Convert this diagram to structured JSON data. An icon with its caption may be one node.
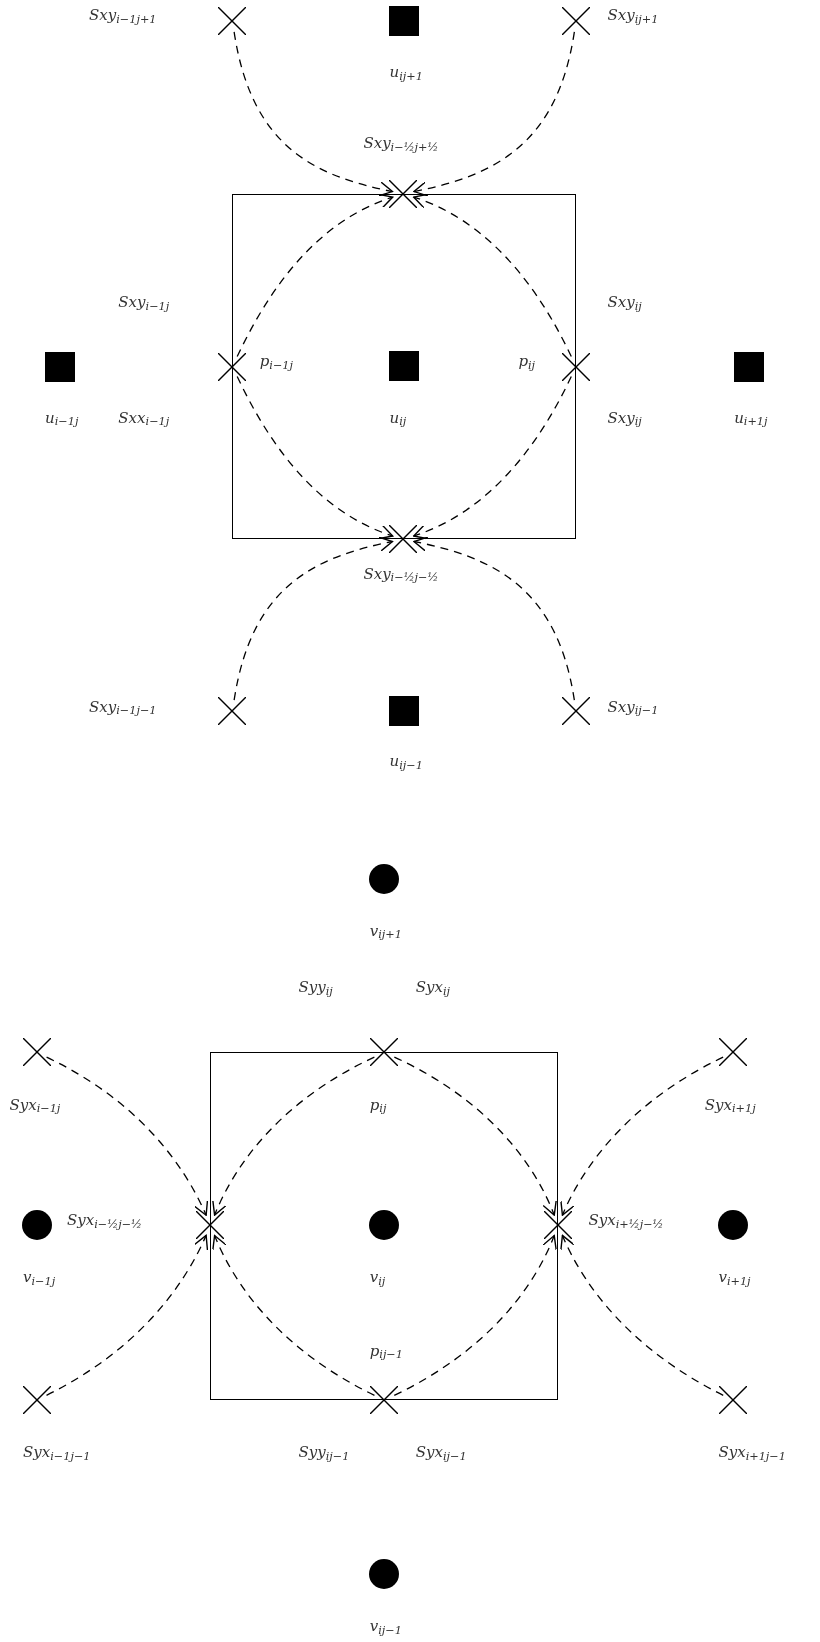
{
  "diagram": {
    "nodes": [
      {
        "text": [],
        "shape": "cross"
      },
      {
        "text": [],
        "shape": "square"
      },
      {
        "text": [],
        "shape": "cross"
      },
      {
        "text": [],
        "shape": "box"
      },
      {
        "text": [],
        "shape": "cross"
      },
      {
        "text": [],
        "shape": "square"
      },
      {
        "text": [],
        "shape": "cross"
      },
      {
        "text": [],
        "shape": "square",
        "in": 3
      },
      {
        "text": [],
        "shape": "cross"
      },
      {
        "text": [],
        "shape": "square"
      },
      {
        "text": [],
        "shape": "cross"
      },
      {
        "text": [],
        "shape": "cross"
      },
      {
        "text": [],
        "shape": "square"
      },
      {
        "text": [],
        "shape": "cross"
      },
      {
        "text": [],
        "shape": "circle"
      },
      {
        "text": [],
        "shape": "box"
      },
      {
        "text": [],
        "shape": "cross"
      },
      {
        "text": [],
        "shape": "cross"
      },
      {
        "text": [],
        "shape": "cross"
      },
      {
        "text": [],
        "shape": "circle"
      },
      {
        "text": [],
        "shape": "cross"
      },
      {
        "text": [],
        "shape": "circle",
        "in": 15
      },
      {
        "text": [],
        "shape": "cross"
      },
      {
        "text": [],
        "shape": "circle"
      },
      {
        "text": [],
        "shape": "cross"
      },
      {
        "text": [],
        "shape": "cross"
      },
      {
        "text": [],
        "shape": "cross"
      },
      {
        "text": [],
        "shape": "circle"
      }
    ],
    "edges": [
      {
        "from": 0,
        "to": 4,
        "arrow": "to",
        "style": "dashed"
      },
      {
        "from": 2,
        "to": 4,
        "arrow": "to",
        "style": "dashed"
      },
      {
        "from": 6,
        "to": 4,
        "arrow": "to",
        "style": "dashed"
      },
      {
        "from": 8,
        "to": 4,
        "arrow": "to",
        "style": "dashed"
      },
      {
        "from": 6,
        "to": 10,
        "arrow": "to",
        "style": "dashed"
      },
      {
        "from": 8,
        "to": 10,
        "arrow": "to",
        "style": "dashed"
      },
      {
        "from": 11,
        "to": 10,
        "arrow": "to",
        "style": "dashed"
      },
      {
        "from": 13,
        "to": 10,
        "arrow": "to",
        "style": "dashed"
      },
      {
        "from": 16,
        "to": 20,
        "arrow": "to",
        "style": "dashed"
      },
      {
        "from": 17,
        "to": 20,
        "arrow": "to",
        "style": "dashed"
      },
      {
        "from": 25,
        "to": 20,
        "arrow": "to",
        "style": "dashed"
      },
      {
        "from": 24,
        "to": 20,
        "arrow": "to",
        "style": "dashed"
      },
      {
        "from": 17,
        "to": 22,
        "arrow": "to",
        "style": "dashed"
      },
      {
        "from": 18,
        "to": 22,
        "arrow": "to",
        "style": "dashed"
      },
      {
        "from": 25,
        "to": 22,
        "arrow": "to",
        "style": "dashed"
      },
      {
        "from": 26,
        "to": 22,
        "arrow": "to",
        "style": "dashed"
      }
    ],
    "labels": [
      "Sxy$_{i−1j+1}$",
      "Sxy$_{ij+1}$",
      "u$_{ij+1}$",
      "Sxy$_{i−½j+½}$",
      "Sxy$_{i−1j}$",
      "Sxy$_{ij}$",
      "p$_{i−1j}$",
      "p$_{ij}$",
      "u$_{i−1j}$",
      "Sxx$_{i−1j}$",
      "u$_{ij}$",
      "Sxy$_{ij}$",
      "u$_{i+1j}$",
      "Sxy$_{i−½j−½}$",
      "Sxy$_{i−1j−1}$",
      "Sxy$_{ij−1}$",
      "u$_{ij−1}$",
      "v$_{ij+1}$",
      "Syy$_{ij}$",
      "Syx$_{ij}$",
      "Syx$_{i−1j}$",
      "p$_{ij}$",
      "Syx$_{i+1j}$",
      "Syx$_{i−½j−½}$",
      "Syx$_{i+½j−½}$",
      "v$_{i−1j}$",
      "v$_{ij}$",
      "v$_{i+1j}$",
      "p$_{ij−1}$",
      "Syx$_{i−1j−1}$",
      "Syy$_{ij−1}$",
      "Syx$_{ij−1}$",
      "Syx$_{i+1j−1}$",
      "v$_{ij−1}$"
    ]
  }
}
